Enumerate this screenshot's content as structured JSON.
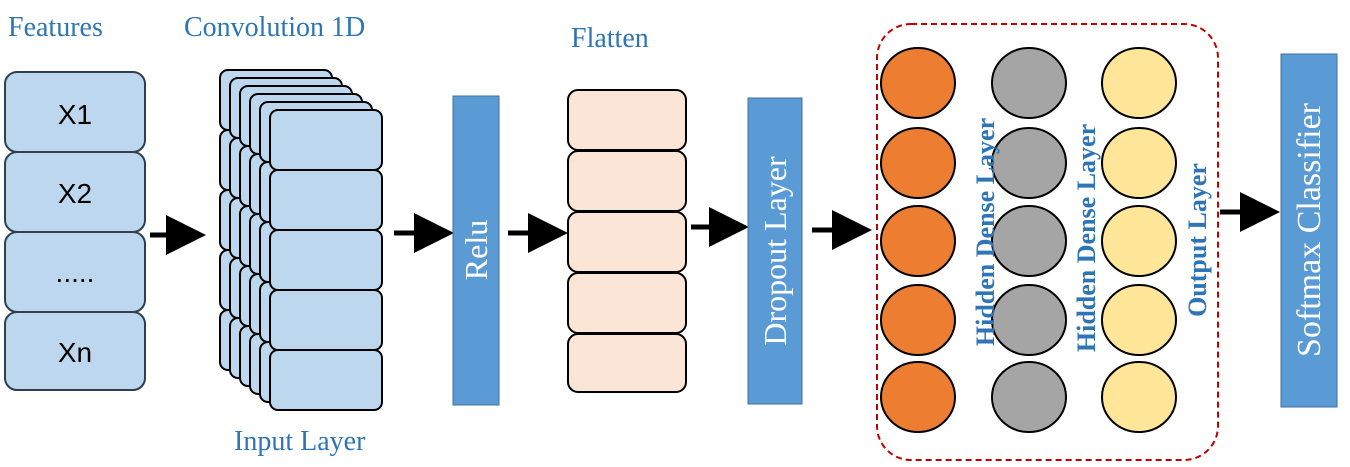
{
  "colors": {
    "feature_fill": "#bdd7ee",
    "feature_stroke": "#2f3f52",
    "conv_fill": "#bdd7ee",
    "flatten_fill": "#fbe5d6",
    "layer_bar": "#5b9bd5",
    "heading_text": "#2e75b6",
    "arrow": "#000000",
    "dense_box_stroke": "#c00000",
    "neuron_orange": "#ed7d31",
    "neuron_gray": "#a5a5a5",
    "neuron_yellow": "#ffe699",
    "rotated_label_text": "#2e75b6"
  },
  "features": {
    "title": "Features",
    "items": [
      "X1",
      "X2",
      ".....",
      "Xn"
    ]
  },
  "convolution": {
    "title": "Convolution 1D",
    "bottom_label": "Input Layer"
  },
  "relu": {
    "label": "Relu"
  },
  "flatten": {
    "title": "Flatten"
  },
  "dropout": {
    "label": "Dropout Layer"
  },
  "dense": {
    "hidden_label_1": "Hidden Dense Layer",
    "hidden_label_2": "Hidden Dense Layer",
    "output_label": "Output Layer"
  },
  "softmax": {
    "label": "Softmax Classifier"
  }
}
